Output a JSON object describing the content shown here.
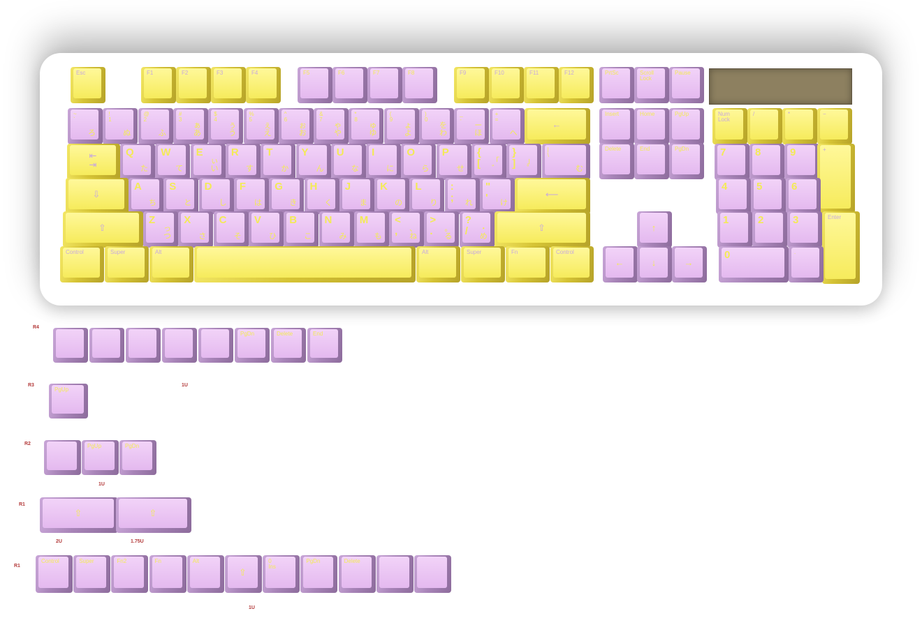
{
  "colors": {
    "purple": "#e8c0f0",
    "yellow": "#f6ec62",
    "lcd": "#8d8060",
    "label": "#b33a3a"
  },
  "f_row": [
    {
      "label": "Esc",
      "color": "yellow"
    },
    {
      "label": "F1",
      "color": "yellow"
    },
    {
      "label": "F2",
      "color": "yellow"
    },
    {
      "label": "F3",
      "color": "yellow"
    },
    {
      "label": "F4",
      "color": "yellow"
    },
    {
      "label": "F5",
      "color": "purple"
    },
    {
      "label": "F6",
      "color": "purple"
    },
    {
      "label": "F7",
      "color": "purple"
    },
    {
      "label": "F8",
      "color": "purple"
    },
    {
      "label": "F9",
      "color": "yellow"
    },
    {
      "label": "F10",
      "color": "yellow"
    },
    {
      "label": "F11",
      "color": "yellow"
    },
    {
      "label": "F12",
      "color": "yellow"
    },
    {
      "label": "PrtSc",
      "color": "purple"
    },
    {
      "label": "Scroll\nLock",
      "color": "purple"
    },
    {
      "label": "Pause",
      "color": "purple"
    }
  ],
  "number_row": [
    {
      "label": "~\n`",
      "jp": "ろ",
      "color": "purple"
    },
    {
      "label": "!\n1",
      "jp": "ぬ",
      "color": "purple"
    },
    {
      "label": "@\n2",
      "jp": "ふ",
      "color": "purple"
    },
    {
      "label": "#\n3",
      "jp": "ぁ\nあ",
      "color": "purple"
    },
    {
      "label": "$\n4",
      "jp": "ぅ\nう",
      "color": "purple"
    },
    {
      "label": "%\n5",
      "jp": "ぇ\nえ",
      "color": "purple"
    },
    {
      "label": "^\n6",
      "jp": "ぉ\nお",
      "color": "purple"
    },
    {
      "label": "&\n7",
      "jp": "ゃ\nや",
      "color": "purple"
    },
    {
      "label": "*\n8",
      "jp": "ゅ\nゆ",
      "color": "purple"
    },
    {
      "label": "(\n9",
      "jp": "ょ\nよ",
      "color": "purple"
    },
    {
      "label": ")\n0",
      "jp": "を\nわ",
      "color": "purple"
    },
    {
      "label": "_\n-",
      "jp": "ー\nほ",
      "color": "purple"
    },
    {
      "label": "+\n=",
      "jp": "へ",
      "color": "purple"
    },
    {
      "label": "←",
      "color": "yellow"
    }
  ],
  "top_row": [
    {
      "label": "⇤\n⇥",
      "color": "yellow"
    },
    {
      "label": "Q",
      "jp": "た",
      "color": "purple"
    },
    {
      "label": "W",
      "jp": "て",
      "color": "purple"
    },
    {
      "label": "E",
      "jp": "ぃ\nい",
      "color": "purple"
    },
    {
      "label": "R",
      "jp": "す",
      "color": "purple"
    },
    {
      "label": "T",
      "jp": "か",
      "color": "purple"
    },
    {
      "label": "Y",
      "jp": "ん",
      "color": "purple"
    },
    {
      "label": "U",
      "jp": "な",
      "color": "purple"
    },
    {
      "label": "I",
      "jp": "に",
      "color": "purple"
    },
    {
      "label": "O",
      "jp": "ら",
      "color": "purple"
    },
    {
      "label": "P",
      "jp": "せ",
      "color": "purple"
    },
    {
      "label": "{\n[",
      "jp": "「\n゛",
      "color": "purple"
    },
    {
      "label": "}\n]",
      "jp": "」\n゜",
      "color": "purple"
    },
    {
      "label": "|\n\\",
      "jp": "む",
      "color": "purple"
    }
  ],
  "home_row": [
    {
      "label": "⇩",
      "color": "yellow"
    },
    {
      "label": "A",
      "jp": "ち",
      "color": "purple"
    },
    {
      "label": "S",
      "jp": "と",
      "color": "purple"
    },
    {
      "label": "D",
      "jp": "し",
      "color": "purple"
    },
    {
      "label": "F",
      "jp": "は",
      "color": "purple"
    },
    {
      "label": "G",
      "jp": "き",
      "color": "purple"
    },
    {
      "label": "H",
      "jp": "く",
      "color": "purple"
    },
    {
      "label": "J",
      "jp": "ま",
      "color": "purple"
    },
    {
      "label": "K",
      "jp": "の",
      "color": "purple"
    },
    {
      "label": "L",
      "jp": "り",
      "color": "purple"
    },
    {
      "label": ":\n;",
      "jp": "れ",
      "color": "purple"
    },
    {
      "label": "\"\n'",
      "jp": "け",
      "color": "purple"
    },
    {
      "label": "⟵",
      "color": "yellow"
    }
  ],
  "bottom_row": [
    {
      "label": "⇧",
      "color": "yellow"
    },
    {
      "label": "Z",
      "jp": "っ\nつ",
      "color": "purple"
    },
    {
      "label": "X",
      "jp": "さ",
      "color": "purple"
    },
    {
      "label": "C",
      "jp": "そ",
      "color": "purple"
    },
    {
      "label": "V",
      "jp": "ひ",
      "color": "purple"
    },
    {
      "label": "B",
      "jp": "こ",
      "color": "purple"
    },
    {
      "label": "N",
      "jp": "み",
      "color": "purple"
    },
    {
      "label": "M",
      "jp": "も",
      "color": "purple"
    },
    {
      "label": "<\n,",
      "jp": "、\nね",
      "color": "purple"
    },
    {
      "label": ">\n.",
      "jp": "。\nる",
      "color": "purple"
    },
    {
      "label": "?\n/",
      "jp": "・\nめ",
      "color": "purple"
    },
    {
      "label": "⇧",
      "color": "yellow"
    }
  ],
  "mod_row": [
    {
      "label": "Control",
      "color": "yellow"
    },
    {
      "label": "Super",
      "color": "yellow"
    },
    {
      "label": "Alt",
      "color": "yellow"
    },
    {
      "label": "",
      "color": "yellow"
    },
    {
      "label": "Alt",
      "color": "yellow"
    },
    {
      "label": "Super",
      "color": "yellow"
    },
    {
      "label": "Fn",
      "color": "yellow"
    },
    {
      "label": "Control",
      "color": "yellow"
    }
  ],
  "nav_cluster": [
    {
      "label": "Insert"
    },
    {
      "label": "Home"
    },
    {
      "label": "PgUp"
    },
    {
      "label": "Delete"
    },
    {
      "label": "End"
    },
    {
      "label": "PgDn"
    }
  ],
  "arrows": [
    {
      "label": "↑"
    },
    {
      "label": "←"
    },
    {
      "label": "↓"
    },
    {
      "label": "→"
    }
  ],
  "numpad": [
    {
      "label": "Num\nLock",
      "color": "yellow"
    },
    {
      "label": "/",
      "color": "yellow"
    },
    {
      "label": "*",
      "color": "yellow"
    },
    {
      "label": "−",
      "color": "yellow"
    },
    {
      "label": "7",
      "color": "purple"
    },
    {
      "label": "8",
      "color": "purple"
    },
    {
      "label": "9",
      "color": "purple"
    },
    {
      "label": "+",
      "color": "yellow"
    },
    {
      "label": "4",
      "color": "purple"
    },
    {
      "label": "5",
      "color": "purple"
    },
    {
      "label": "6",
      "color": "purple"
    },
    {
      "label": "1",
      "color": "purple"
    },
    {
      "label": "2",
      "color": "purple"
    },
    {
      "label": "3",
      "color": "purple"
    },
    {
      "label": "Enter",
      "color": "yellow"
    },
    {
      "label": "0",
      "color": "purple"
    },
    {
      "label": ".",
      "color": "purple"
    }
  ],
  "extras": {
    "r4": {
      "row_label": "R4",
      "size_label": "1U",
      "keys": [
        "",
        "",
        "",
        "",
        "",
        "PgDn",
        "Delete",
        "End"
      ]
    },
    "r3": {
      "row_label": "R3",
      "keys": [
        "PgUp"
      ]
    },
    "r2": {
      "row_label": "R2",
      "size_label": "1U",
      "keys": [
        "",
        "PgUp",
        "PgDn"
      ]
    },
    "r1_shift": {
      "row_label": "R1",
      "size_labels": [
        "2U",
        "1.75U"
      ],
      "keys": [
        "⇧",
        "⇧"
      ]
    },
    "r1_mods": {
      "row_label": "R1",
      "size_label": "1U",
      "keys": [
        "Control",
        "Super",
        "Fn2",
        "Fn",
        "Alt",
        "⇧",
        "0\nIns",
        "PgDn",
        "Delete",
        "",
        ""
      ]
    }
  }
}
